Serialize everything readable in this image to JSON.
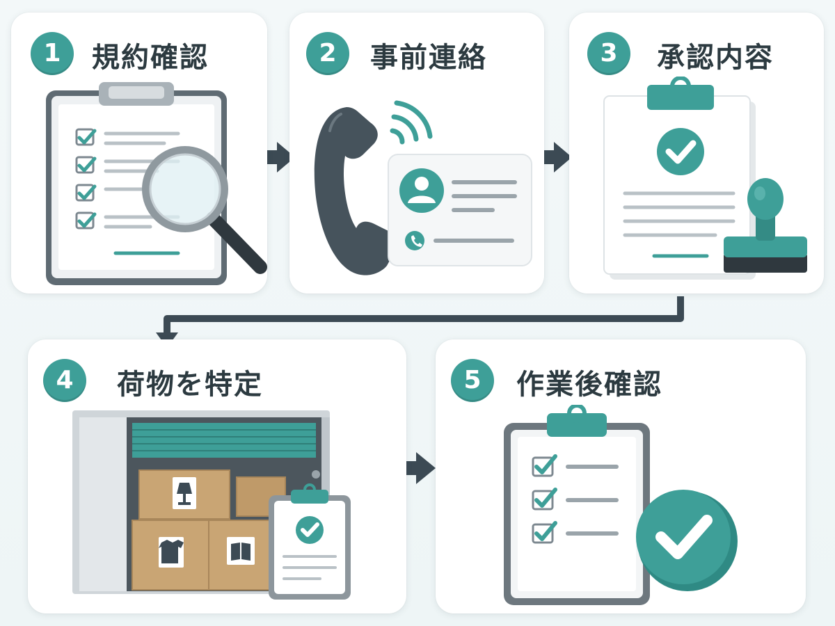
{
  "steps": [
    {
      "number": "1",
      "label": "規約確認",
      "icon": "clipboard-magnifier-icon"
    },
    {
      "number": "2",
      "label": "事前連絡",
      "icon": "phone-contact-card-icon"
    },
    {
      "number": "3",
      "label": "承認内容",
      "icon": "approved-document-stamp-icon"
    },
    {
      "number": "4",
      "label": "荷物を特定",
      "icon": "storage-unit-boxes-icon"
    },
    {
      "number": "5",
      "label": "作業後確認",
      "icon": "checklist-complete-icon"
    }
  ],
  "colors": {
    "accent": "#3e9f98",
    "text": "#2c3a40",
    "arrow": "#3c4a54",
    "frame": "#5f6b73",
    "box": "#c9a574"
  }
}
